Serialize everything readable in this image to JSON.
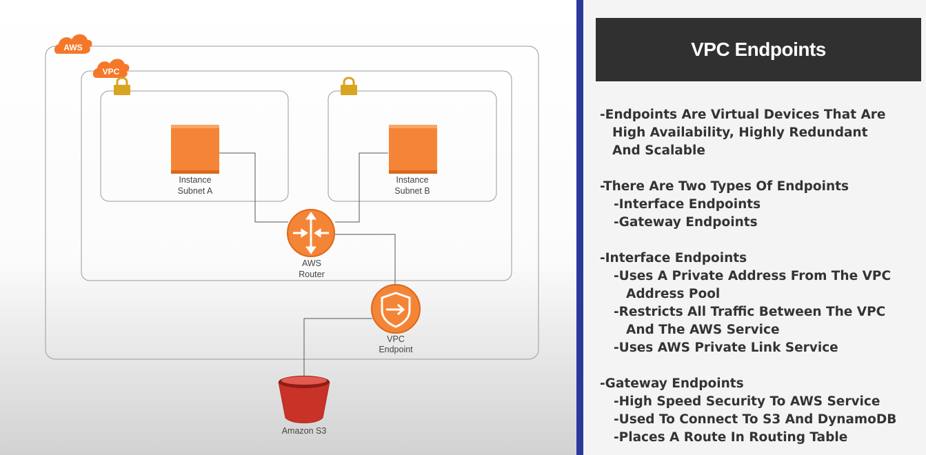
{
  "diagram": {
    "aws_label": "AWS",
    "vpc_label": "VPC",
    "instance_a": {
      "line1": "Instance",
      "line2": "Subnet A"
    },
    "instance_b": {
      "line1": "Instance",
      "line2": "Subnet B"
    },
    "router": {
      "line1": "AWS",
      "line2": "Router"
    },
    "endpoint": {
      "line1": "VPC",
      "line2": "Endpoint"
    },
    "s3_label": "Amazon S3",
    "colors": {
      "orange": "#f58536",
      "orange_dark": "#d9691d",
      "lock": "#d8a521",
      "s3_red": "#c83227",
      "cloud": "#f5782a"
    }
  },
  "sidebar": {
    "title": "VPC Endpoints",
    "lines": [
      "-Endpoints Are Virtual Devices That Are",
      "High Availability, Highly Redundant",
      "And Scalable",
      "-There Are Two Types Of Endpoints",
      "-Interface Endpoints",
      "-Gateway Endpoints",
      "-Interface Endpoints",
      "-Uses A Private Address From The VPC",
      "Address Pool",
      "-Restricts All Traffic Between The VPC",
      "And The AWS Service",
      "-Uses AWS Private Link Service",
      "-Gateway Endpoints",
      "-High Speed Security To AWS Service",
      "-Used To Connect To S3 And DynamoDB",
      "-Places A Route In Routing Table"
    ],
    "colors": {
      "divider": "#2b3a9a",
      "title_bg": "#303030"
    }
  }
}
